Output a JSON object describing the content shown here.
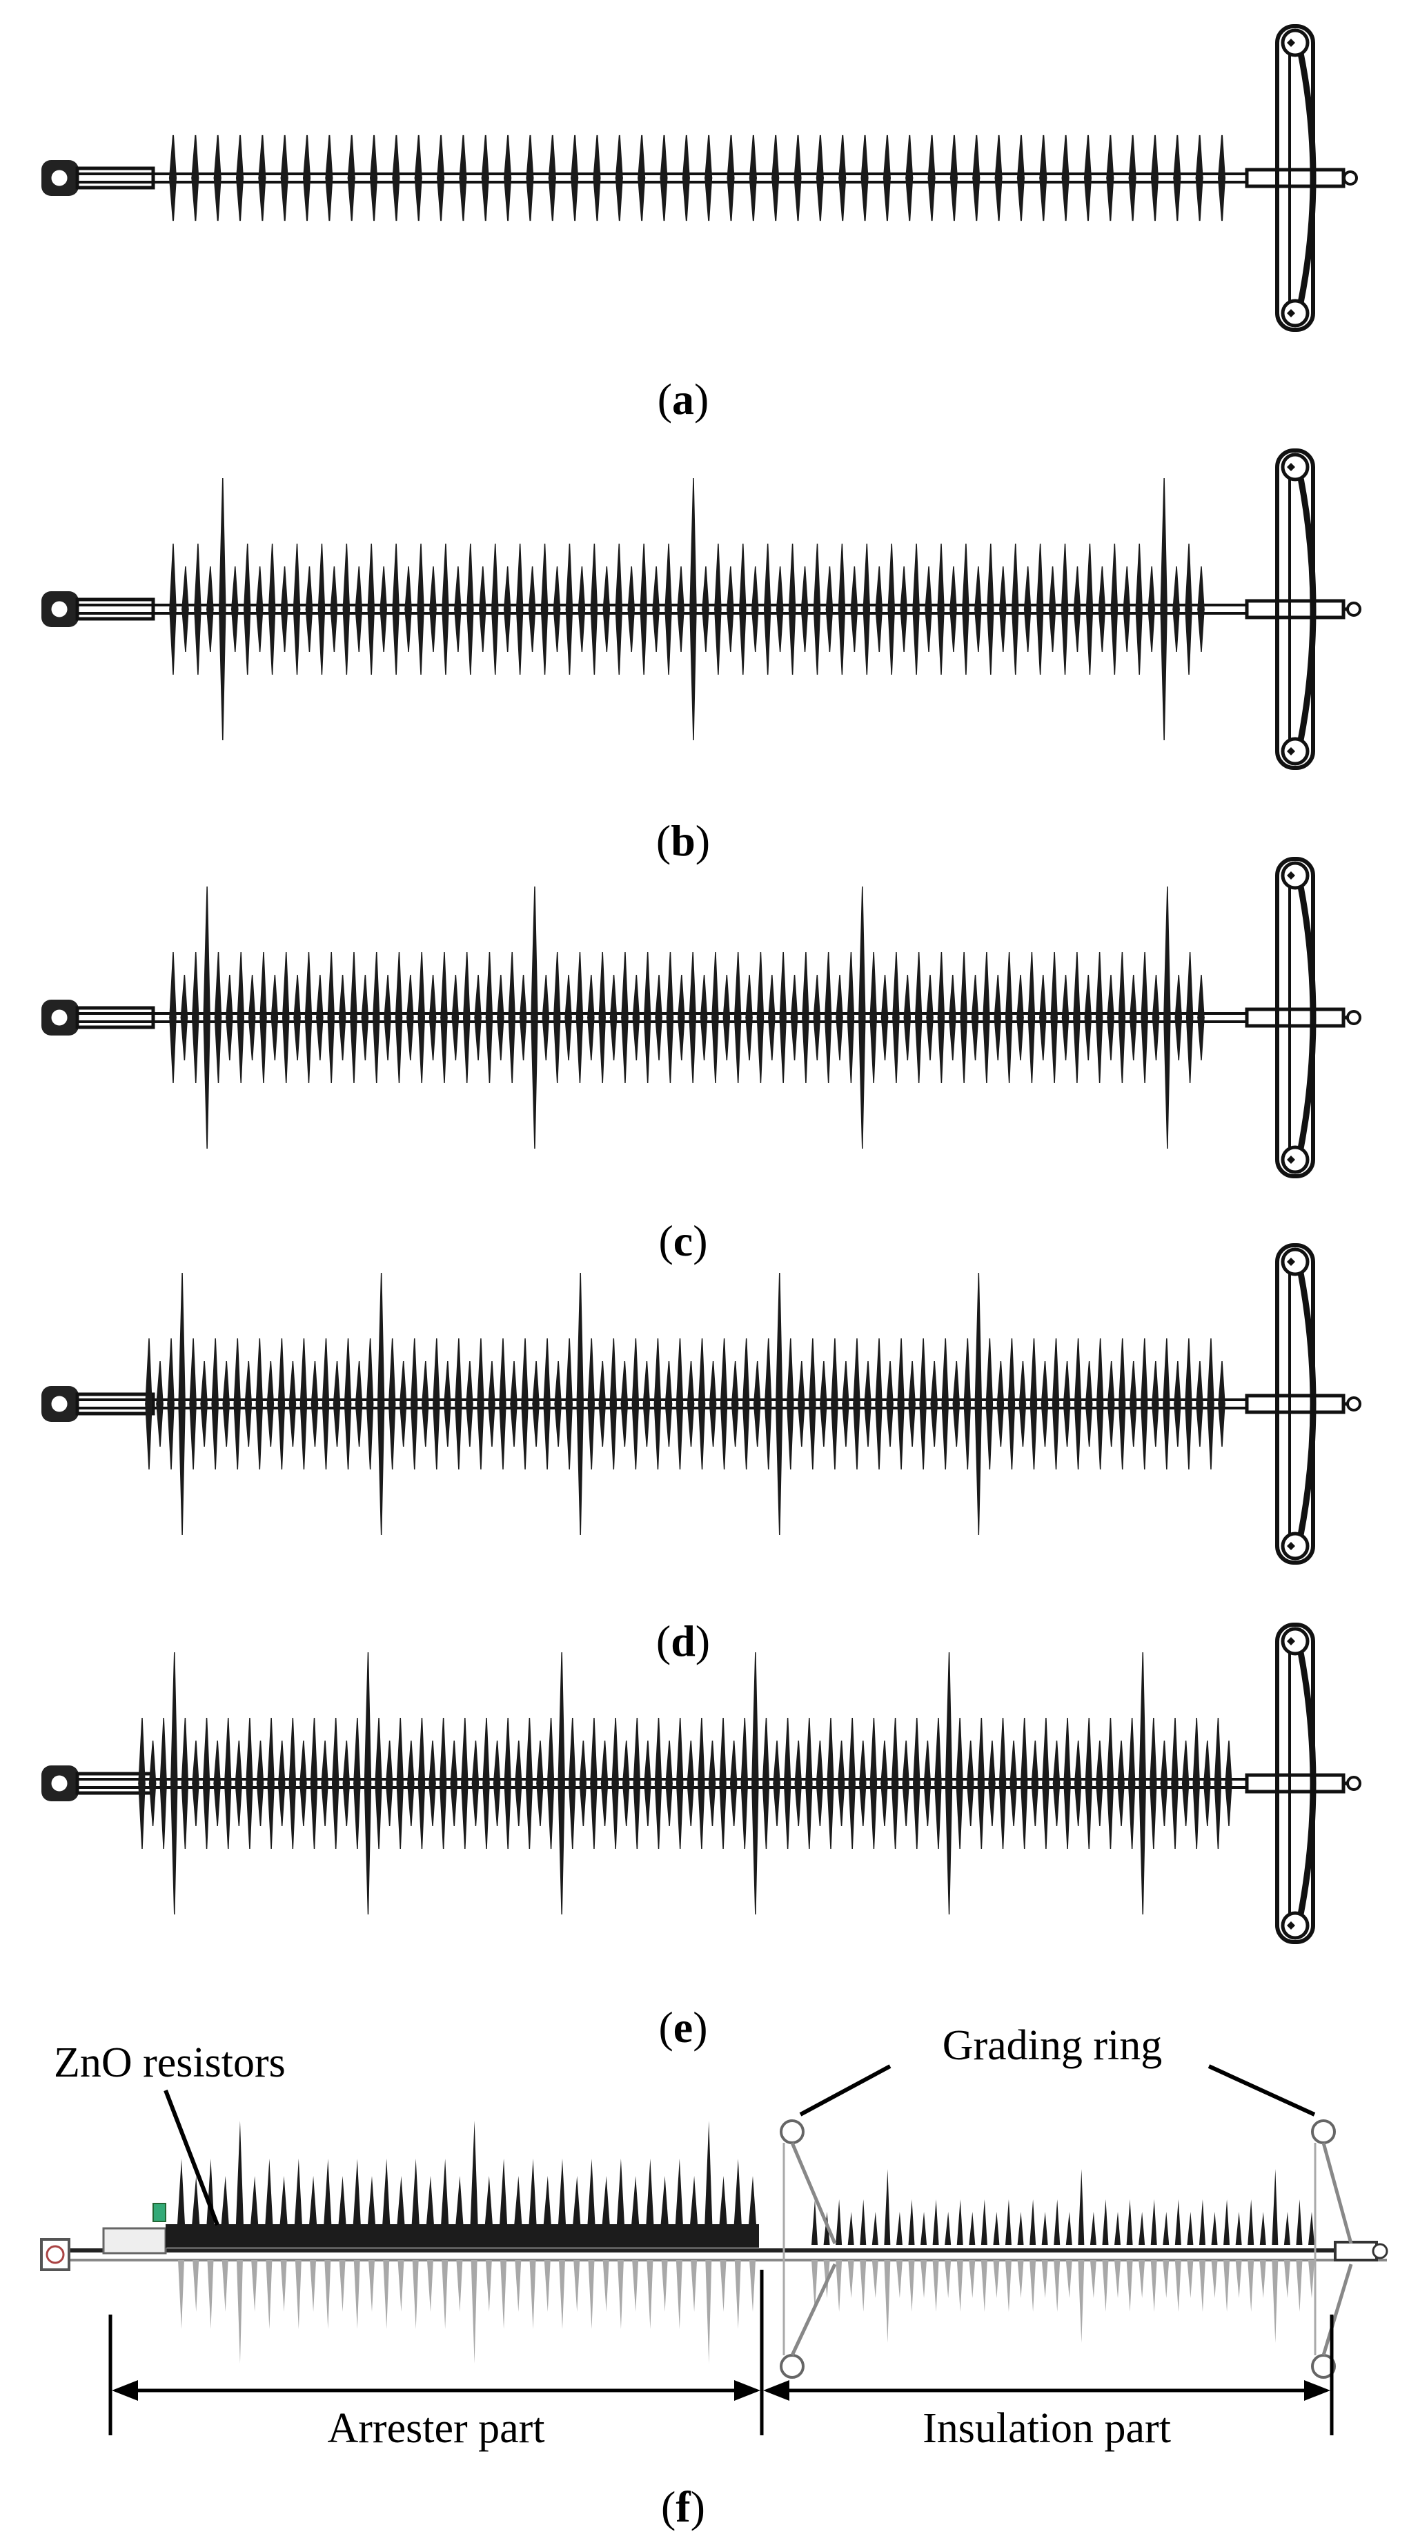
{
  "panels": [
    {
      "id": "a",
      "caption_open": "(",
      "caption_letter": "a",
      "caption_close": ")",
      "long_sheds": [],
      "shed_color": "#1a1a1a"
    },
    {
      "id": "b",
      "caption_open": "(",
      "caption_letter": "b",
      "caption_close": ")",
      "long_sheds": [
        4,
        42,
        80
      ],
      "shed_color": "#1a1a1a"
    },
    {
      "id": "c",
      "caption_open": "(",
      "caption_letter": "c",
      "caption_close": ")",
      "long_sheds": [
        3,
        32,
        61,
        88
      ],
      "shed_color": "#1a1a1a"
    },
    {
      "id": "d",
      "caption_open": "(",
      "caption_letter": "d",
      "caption_close": ")",
      "long_sheds": [
        3,
        21,
        39,
        57,
        75
      ],
      "shed_color": "#1a1a1a"
    },
    {
      "id": "e",
      "caption_open": "(",
      "caption_letter": "e",
      "caption_close": ")",
      "long_sheds": [
        3,
        21,
        39,
        57,
        75,
        93
      ],
      "shed_color": "#1a1a1a"
    },
    {
      "id": "f",
      "caption_open": "(",
      "caption_letter": "f",
      "caption_close": ")"
    }
  ],
  "labels": {
    "zno_resistors": "ZnO resistors",
    "grading_ring": "Grading ring",
    "arrester_part": "Arrester part",
    "insulation_part": "Insulation part"
  },
  "colors": {
    "ink": "#111111",
    "resistor": "#1c1c1c",
    "light_shed": "#9a9a9a"
  }
}
